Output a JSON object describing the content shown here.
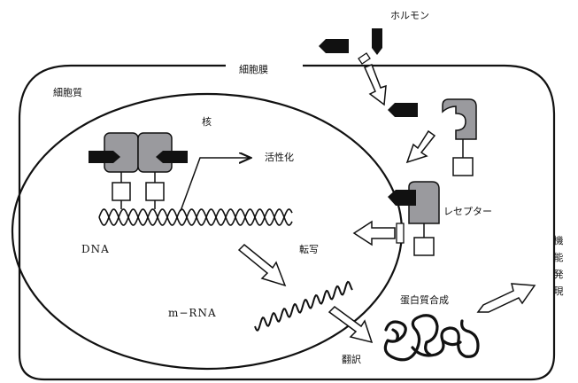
{
  "labels": {
    "hormone": "ホルモン",
    "cell_membrane": "細胞膜",
    "cytoplasm": "細胞質",
    "nucleus": "核",
    "activation": "活性化",
    "receptor": "レセプター",
    "dna": "DNA",
    "transcription": "転写",
    "mrna": "m−RNA",
    "protein_synthesis": "蛋白質合成",
    "translation": "翻訳",
    "function_expression": [
      "機",
      "能",
      "発",
      "現"
    ]
  },
  "colors": {
    "line": "#111111",
    "receptor_fill": "#9a9a9e",
    "hormone_fill": "#111111",
    "arrow_fill": "#ffffff"
  }
}
